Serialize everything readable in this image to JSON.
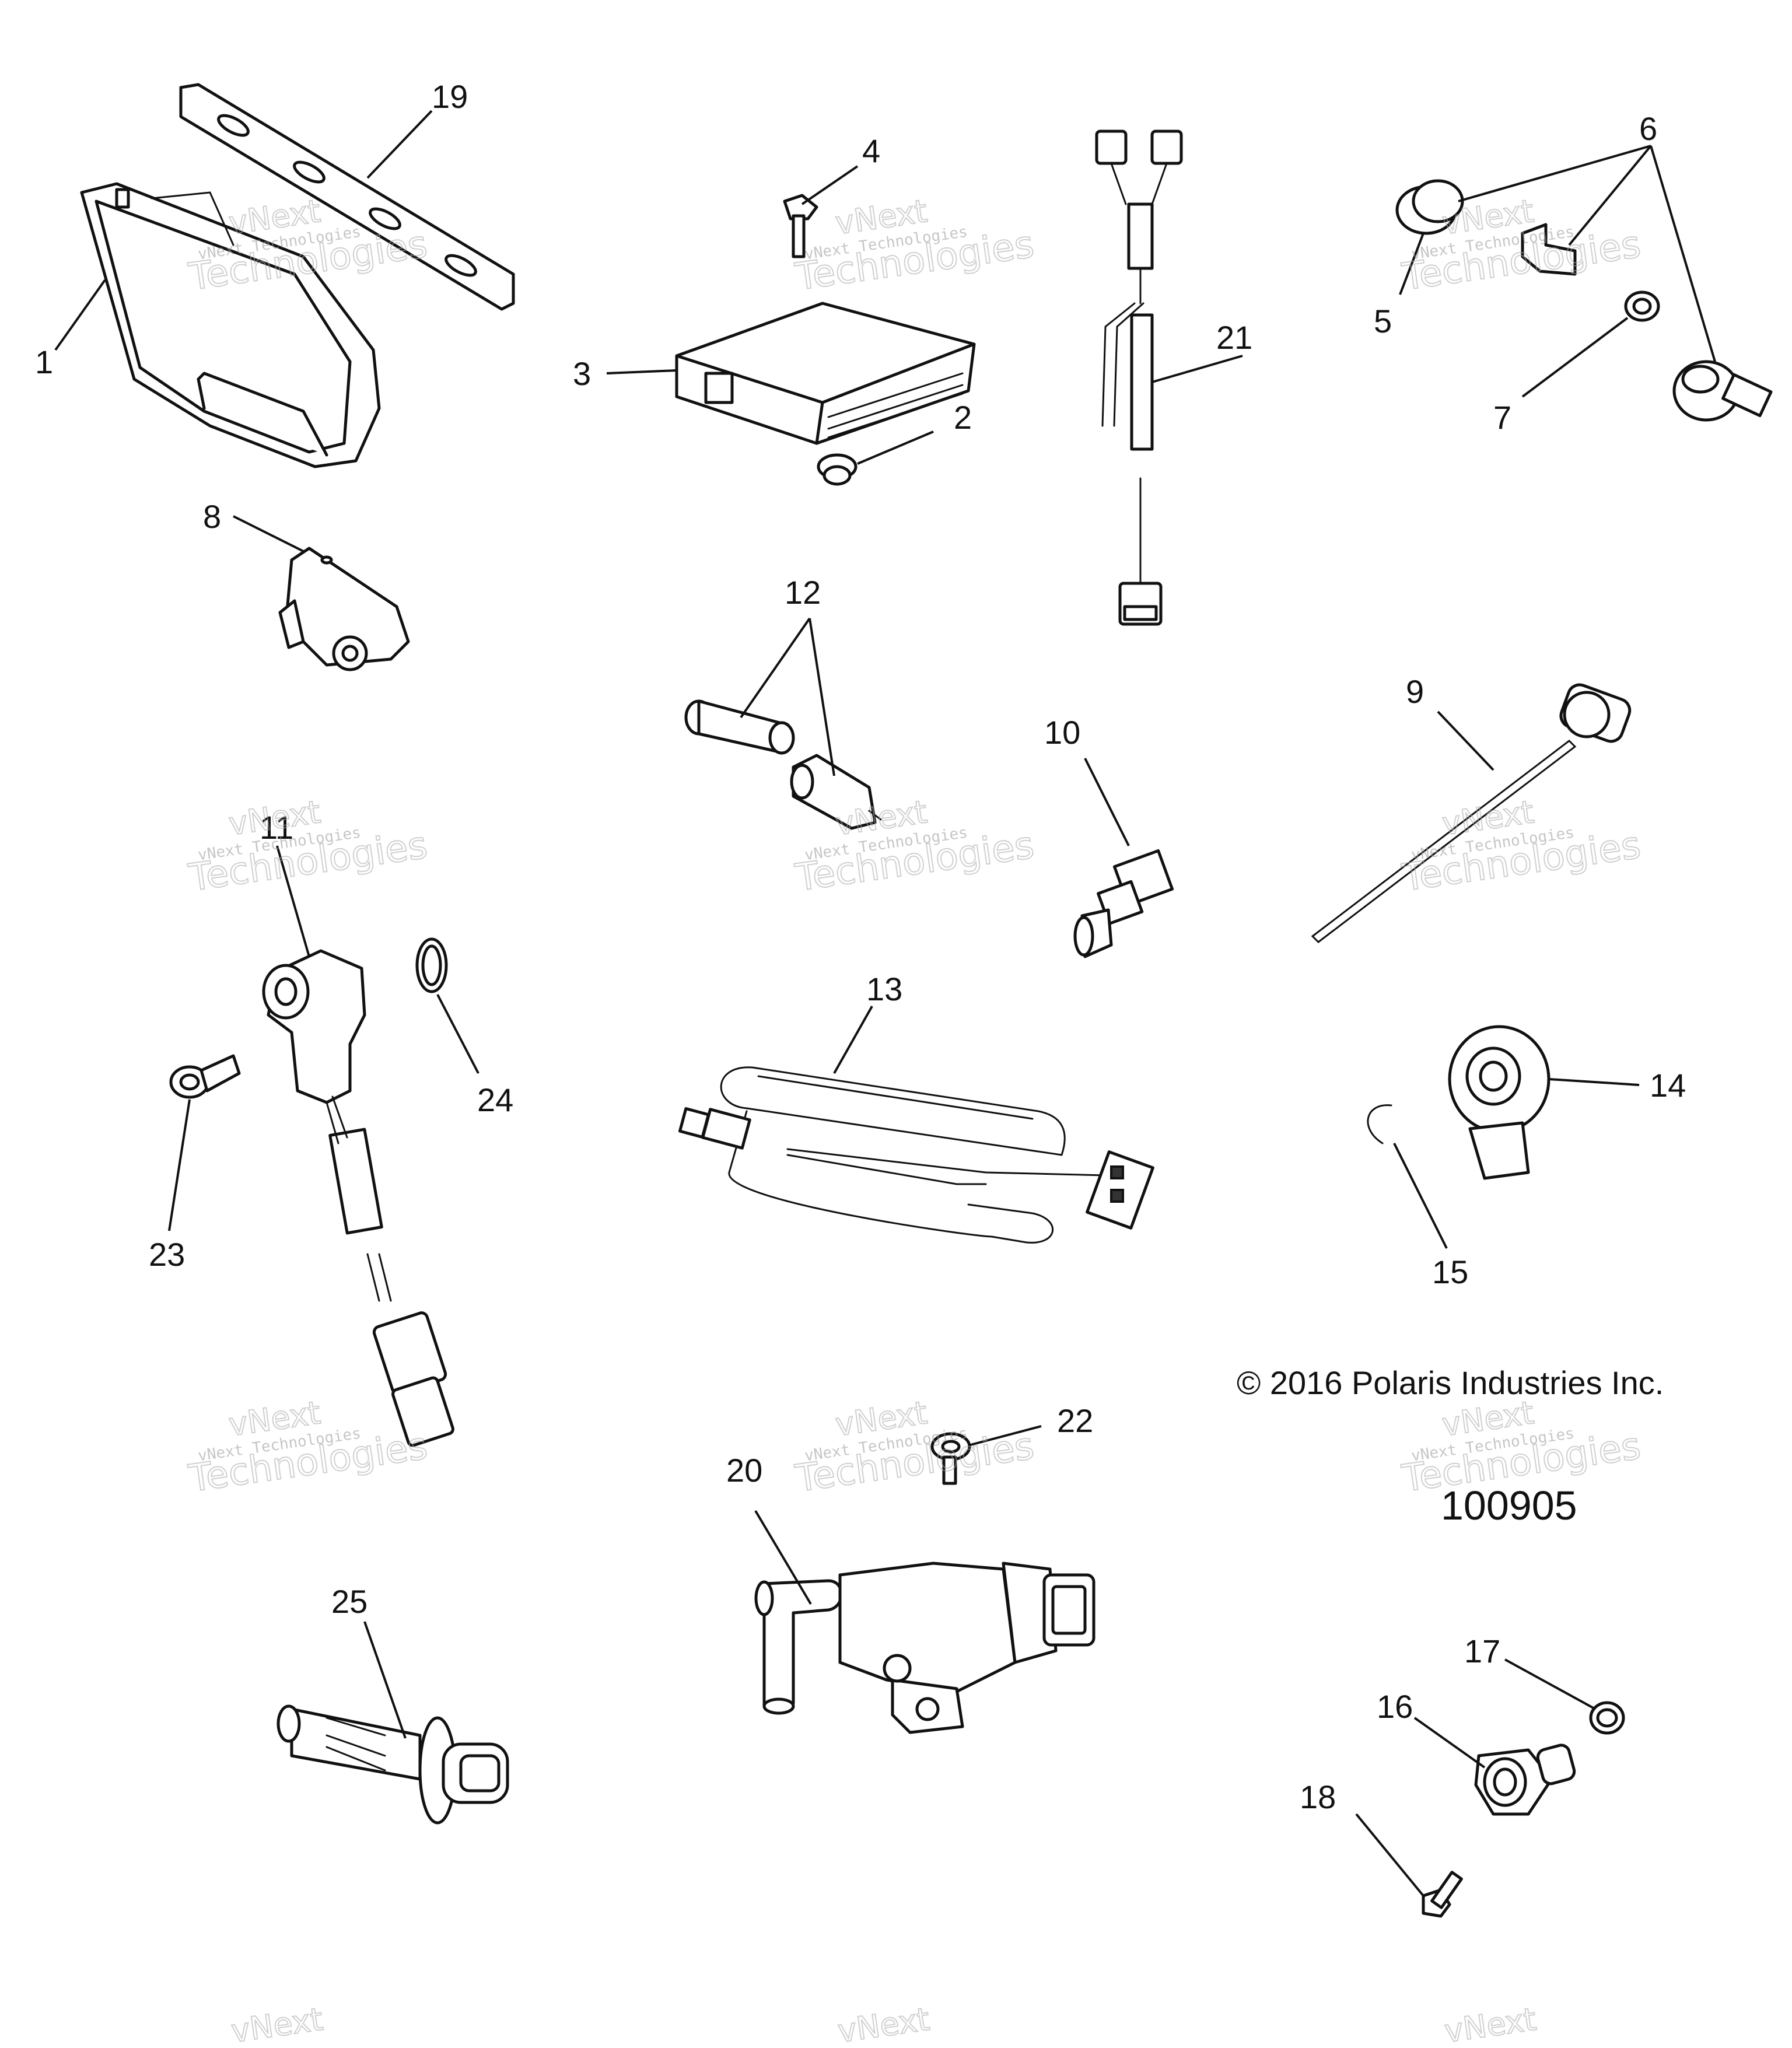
{
  "diagram": {
    "callouts": [
      "1",
      "2",
      "3",
      "4",
      "5",
      "6",
      "7",
      "8",
      "9",
      "10",
      "11",
      "12",
      "13",
      "14",
      "15",
      "16",
      "17",
      "18",
      "19",
      "20",
      "21",
      "22",
      "23",
      "24",
      "25"
    ],
    "copyright": "© 2016 Polaris Industries Inc.",
    "figure_number": "100905",
    "watermark": {
      "line1": "vNext",
      "line2": "vNext Technologies",
      "line3": "Technologies"
    }
  }
}
